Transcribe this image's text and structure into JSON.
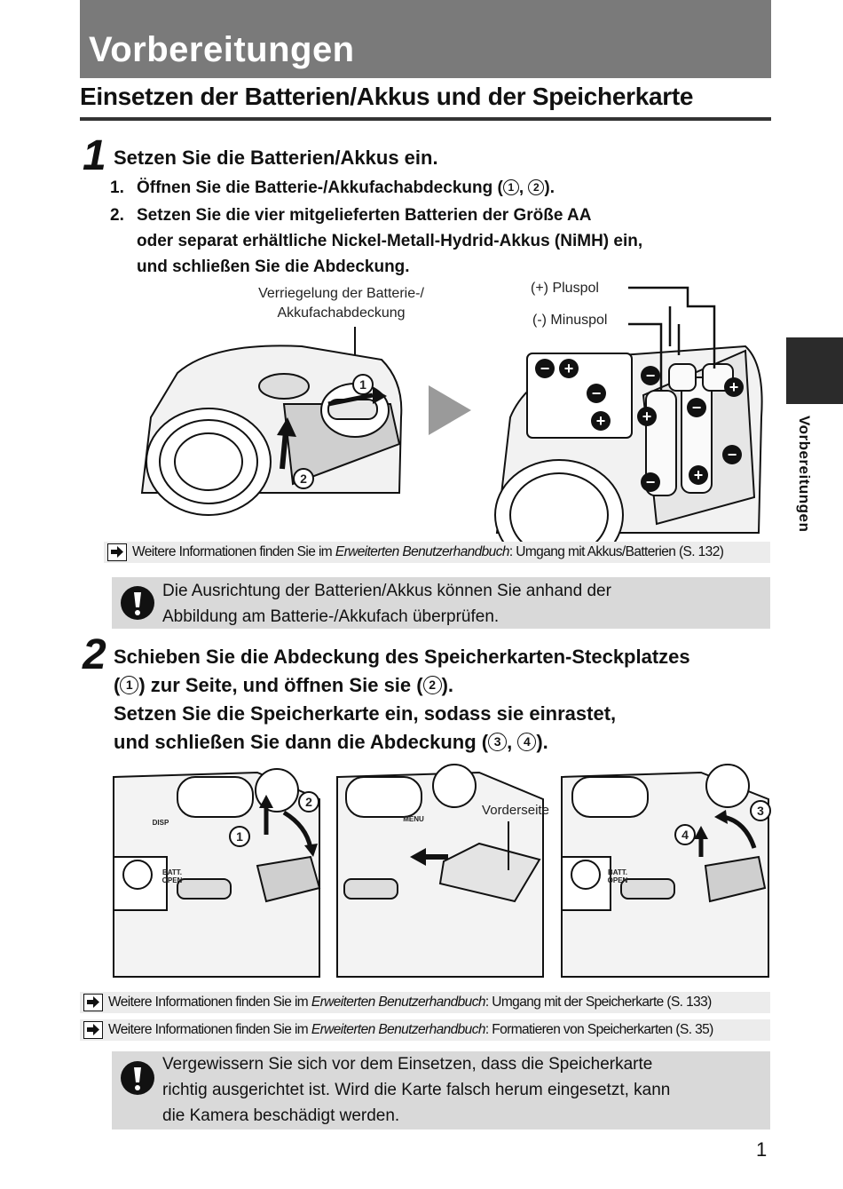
{
  "header": {
    "title": "Vorbereitungen",
    "subtitle": "Einsetzen der Batterien/Akkus und der Speicherkarte"
  },
  "side_tab": {
    "label": "Vorbereitungen"
  },
  "step1": {
    "number": "1",
    "title": "Setzen Sie die Batterien/Akkus ein.",
    "sub1_num": "1.",
    "sub1_text": "Öffnen Sie die Batterie-/Akkufachabdeckung (",
    "sub1_c1": "1",
    "sub1_sep": ", ",
    "sub1_c2": "2",
    "sub1_end": ").",
    "sub2_num": "2.",
    "sub2_line1": "Setzen Sie die vier mitgelieferten Batterien der Größe AA",
    "sub2_line2": "oder separat erhältliche Nickel-Metall-Hydrid-Akkus (NiMH) ein,",
    "sub2_line3": "und schließen Sie die Abdeckung.",
    "label_lock_1": "Verriegelung der Batterie-/",
    "label_lock_2": "Akkufachabdeckung",
    "label_plus": "(+) Pluspol",
    "label_minus": "(-) Minuspol",
    "callout1": "1",
    "callout2": "2"
  },
  "ref1": {
    "pre": "Weitere Informationen finden Sie im ",
    "book": "Erweiterten Benutzerhandbuch",
    "post": ": Umgang mit Akkus/Batterien (S. 132)"
  },
  "warn1": {
    "line1": "Die Ausrichtung der Batterien/Akkus können Sie anhand der",
    "line2": "Abbildung am Batterie-/Akkufach überprüfen."
  },
  "step2": {
    "number": "2",
    "l1": "Schieben Sie die Abdeckung des Speicherkarten-Steckplatzes",
    "l2a": "(",
    "l2c": "1",
    "l2b": ") zur Seite, und öffnen Sie sie (",
    "l2d": "2",
    "l2e": ").",
    "l3": "Setzen Sie die Speicherkarte ein, sodass sie einrastet,",
    "l4a": "und schließen Sie dann die Abdeckung (",
    "l4c": "3",
    "l4sep": ", ",
    "l4d": "4",
    "l4e": ").",
    "label_front": "Vorderseite",
    "c1": "1",
    "c2": "2",
    "c3": "3",
    "c4": "4",
    "batt_open": "BATT. OPEN",
    "menu": "MENU",
    "disp": "DISP"
  },
  "ref2": {
    "pre": "Weitere Informationen finden Sie im ",
    "book": "Erweiterten Benutzerhandbuch",
    "post": ": Umgang mit der Speicherkarte (S. 133)"
  },
  "ref3": {
    "pre": "Weitere Informationen finden Sie im ",
    "book": "Erweiterten Benutzerhandbuch",
    "post": ": Formatieren von Speicherkarten (S. 35)"
  },
  "warn2": {
    "line1": "Vergewissern Sie sich vor dem Einsetzen, dass die Speicherkarte",
    "line2": "richtig ausgerichtet ist. Wird die Karte falsch herum eingesetzt, kann",
    "line3": "die Kamera beschädigt werden."
  },
  "page": {
    "number": "1"
  }
}
